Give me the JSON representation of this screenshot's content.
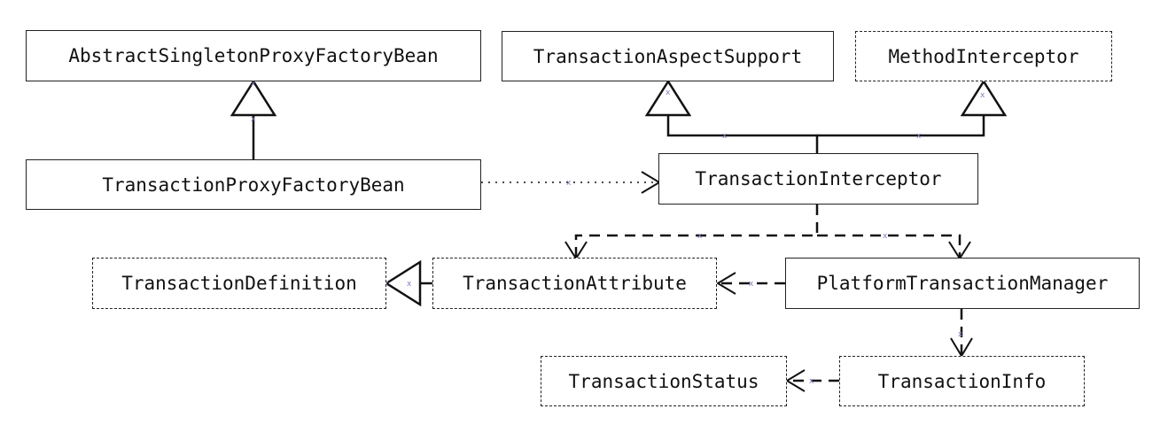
{
  "nodes": {
    "abstract_singleton_proxy_factory_bean": "AbstractSingletonProxyFactoryBean",
    "transaction_aspect_support": "TransactionAspectSupport",
    "method_interceptor": "MethodInterceptor",
    "transaction_proxy_factory_bean": "TransactionProxyFactoryBean",
    "transaction_interceptor": "TransactionInterceptor",
    "transaction_definition": "TransactionDefinition",
    "transaction_attribute": "TransactionAttribute",
    "platform_transaction_manager": "PlatformTransactionManager",
    "transaction_status": "TransactionStatus",
    "transaction_info": "TransactionInfo"
  },
  "colors": {
    "line": "#111111",
    "border": "#222222",
    "text": "#111111",
    "anchor_marker": "#8080c0"
  }
}
